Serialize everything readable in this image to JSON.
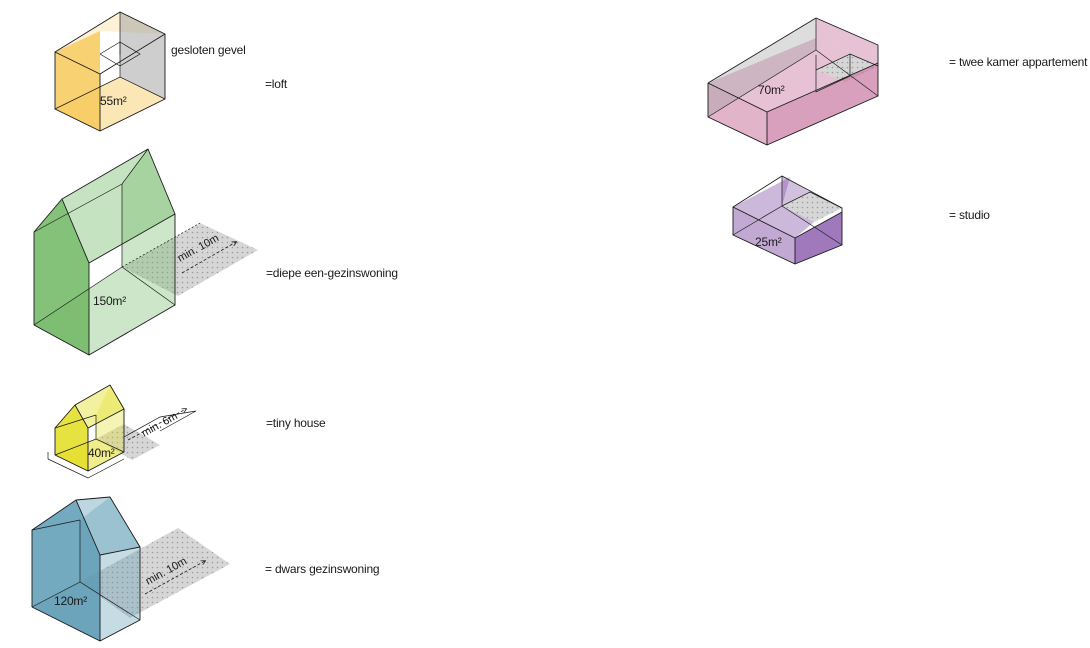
{
  "colors": {
    "loft": "#f7c95b",
    "family_deep": "#6fb763",
    "tiny_house": "#e3df2a",
    "family_wide": "#5b9bb4",
    "two_room": "#c8779f",
    "studio": "#8e62b0",
    "outline": "#1a1a1a",
    "yard": "#d7d7d7"
  },
  "legend": {
    "loft": "=loft",
    "family_deep": "=diepe een-gezinswoning",
    "tiny_house": "=tiny house",
    "family_wide": "= dwars gezinswoning",
    "two_room": "= twee kamer appartement",
    "studio": "= studio"
  },
  "annotations": {
    "closed_facade": "gesloten gevel"
  },
  "areas": {
    "loft": "55m²",
    "family_deep": "150m²",
    "tiny_house": "40m²",
    "family_wide": "120m²",
    "two_room": "70m²",
    "studio": "25m²"
  },
  "dimensions": {
    "family_deep": "min. 10m",
    "tiny_house": "min. 6m",
    "family_wide": "min. 10m"
  }
}
